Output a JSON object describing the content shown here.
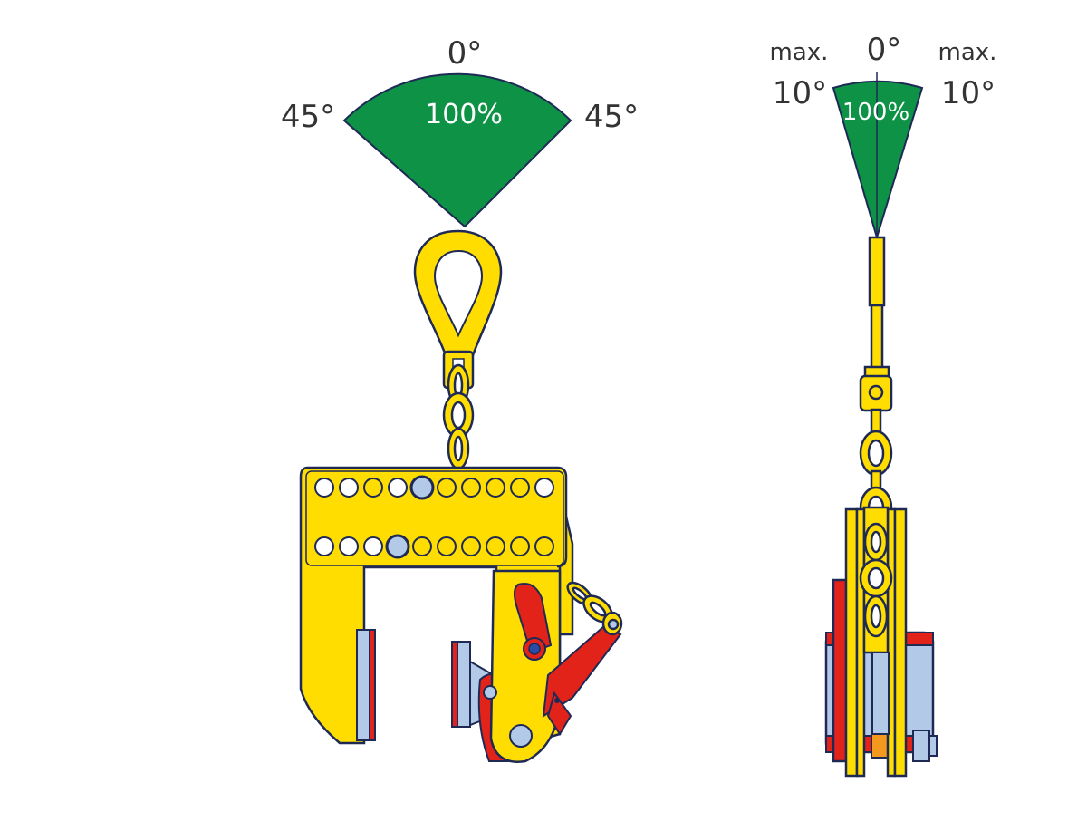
{
  "front": {
    "angle_center": "0°",
    "angle_left": "45°",
    "angle_right": "45°",
    "capacity": "100%"
  },
  "side": {
    "angle_center": "0°",
    "left_max": "max.",
    "left_angle": "10°",
    "right_max": "max.",
    "right_angle": "10°",
    "capacity": "100%"
  },
  "colors": {
    "sector_green": "#0e9245",
    "clamp_yellow": "#ffdd00",
    "lever_red": "#e2231a",
    "pad_blue": "#b3c9e8",
    "outline": "#1e2a55"
  }
}
